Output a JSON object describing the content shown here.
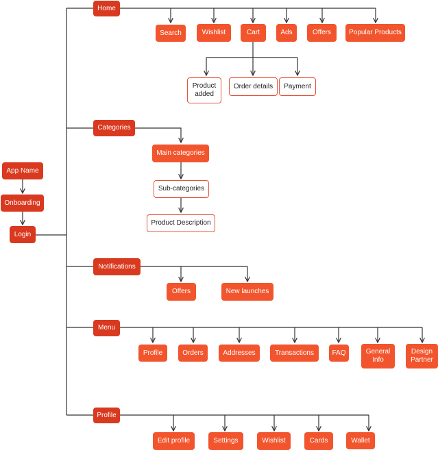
{
  "colors": {
    "dark_node": "#d9391f",
    "orange_node": "#f2552d",
    "outline_border": "#e5533a",
    "line": "#333333"
  },
  "nodes": {
    "app_name": "App Name",
    "onboarding": "Onboarding",
    "login": "Login",
    "home": "Home",
    "search": "Search",
    "wishlist": "Wishlist",
    "cart": "Cart",
    "ads": "Ads",
    "offers": "Offers",
    "popular_products": "Popular Products",
    "product_added": "Product added",
    "order_details": "Order details",
    "payment": "Payment",
    "categories": "Categories",
    "main_categories": "Main categories",
    "sub_categories": "Sub-categories",
    "product_description": "Product Description",
    "notifications": "Notifications",
    "notif_offers": "Offers",
    "new_launches": "New launches",
    "menu": "Menu",
    "menu_profile": "Profile",
    "orders": "Orders",
    "addresses": "Addresses",
    "transactions": "Transactions",
    "faq": "FAQ",
    "general_info": "General Info",
    "design_partner": "Design Partner",
    "profile": "Profile",
    "edit_profile": "Edit profile",
    "settings": "Settings",
    "profile_wishlist": "Wishlist",
    "cards": "Cards",
    "wallet": "Wallet"
  }
}
